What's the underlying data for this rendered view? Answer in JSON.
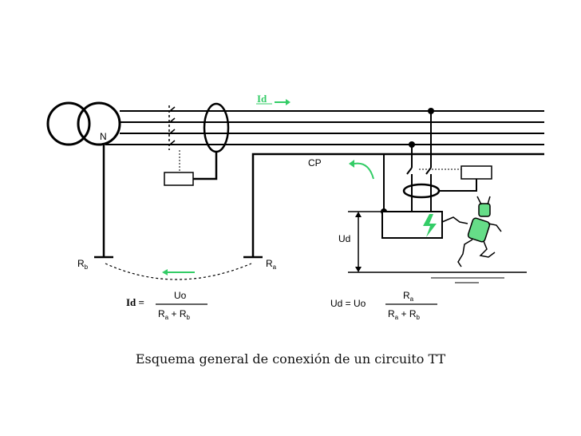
{
  "caption": "Esquema general de conexión de un circuito TT",
  "labels": {
    "id_arrow": "Id",
    "neutral": "N",
    "rb": "R",
    "rb_sub": "b",
    "ra": "R",
    "ra_sub": "a",
    "cp": "CP",
    "ud": "Ud"
  },
  "formula_id": {
    "lhs": "Id =",
    "numerator": "Uo",
    "den_r1": "R",
    "den_s1": "a",
    "den_plus": " + ",
    "den_r2": "R",
    "den_s2": "b"
  },
  "formula_ud": {
    "lhs": "Ud = Uo",
    "numerator_r": "R",
    "numerator_s": "a",
    "den_r1": "R",
    "den_s1": "a",
    "den_plus": " + ",
    "den_r2": "R",
    "den_s2": "b"
  },
  "colors": {
    "line": "#000000",
    "accent_green": "#33cc66",
    "person_body": "#66dd88"
  }
}
